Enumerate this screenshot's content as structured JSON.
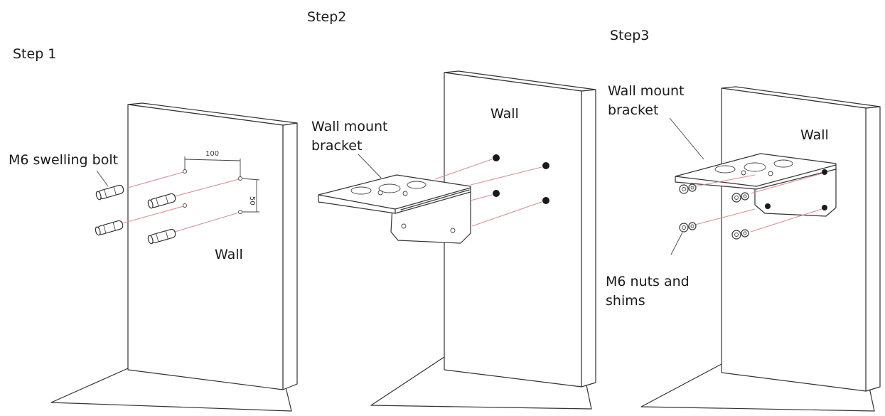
{
  "steps": [
    {
      "title": "Step 1",
      "wall_label": "Wall",
      "bolt_label": "M6 swelling bolt",
      "dim_horizontal": "100",
      "dim_vertical": "50"
    },
    {
      "title": "Step2",
      "wall_label": "Wall",
      "bracket_label_line1": "Wall mount",
      "bracket_label_line2": "bracket"
    },
    {
      "title": "Step3",
      "wall_label": "Wall",
      "bracket_label_line1": "Wall mount",
      "bracket_label_line2": "bracket",
      "nuts_label_line1": "M6 nuts and",
      "nuts_label_line2": "shims"
    }
  ],
  "colors": {
    "guide_line": "#d9908f",
    "outline": "#333333"
  }
}
